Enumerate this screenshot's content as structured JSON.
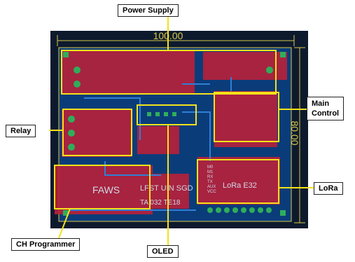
{
  "labels": {
    "power_supply": "Power Supply",
    "main_control_line1": "Main",
    "main_control_line2": "Control",
    "relay": "Relay",
    "lora": "LoRa",
    "ch_programmer": "CH Programmer",
    "oled": "OLED"
  },
  "dimensions": {
    "width": "100.00",
    "height": "80.00"
  },
  "silkscreen": {
    "faws": "FAWS",
    "lora_module": "LoRa E32",
    "board_text": "LFST UIN SGD",
    "board_code": "TA 032 TE18",
    "pins": [
      "M0",
      "M1",
      "RX",
      "TX",
      "AUX",
      "VCC"
    ]
  },
  "colors": {
    "board": "#0b3c7a",
    "copper": "#b8213a",
    "highlight": "#f2e21a",
    "dimension_line": "#d9c84a",
    "pad": "#2fae5a"
  }
}
